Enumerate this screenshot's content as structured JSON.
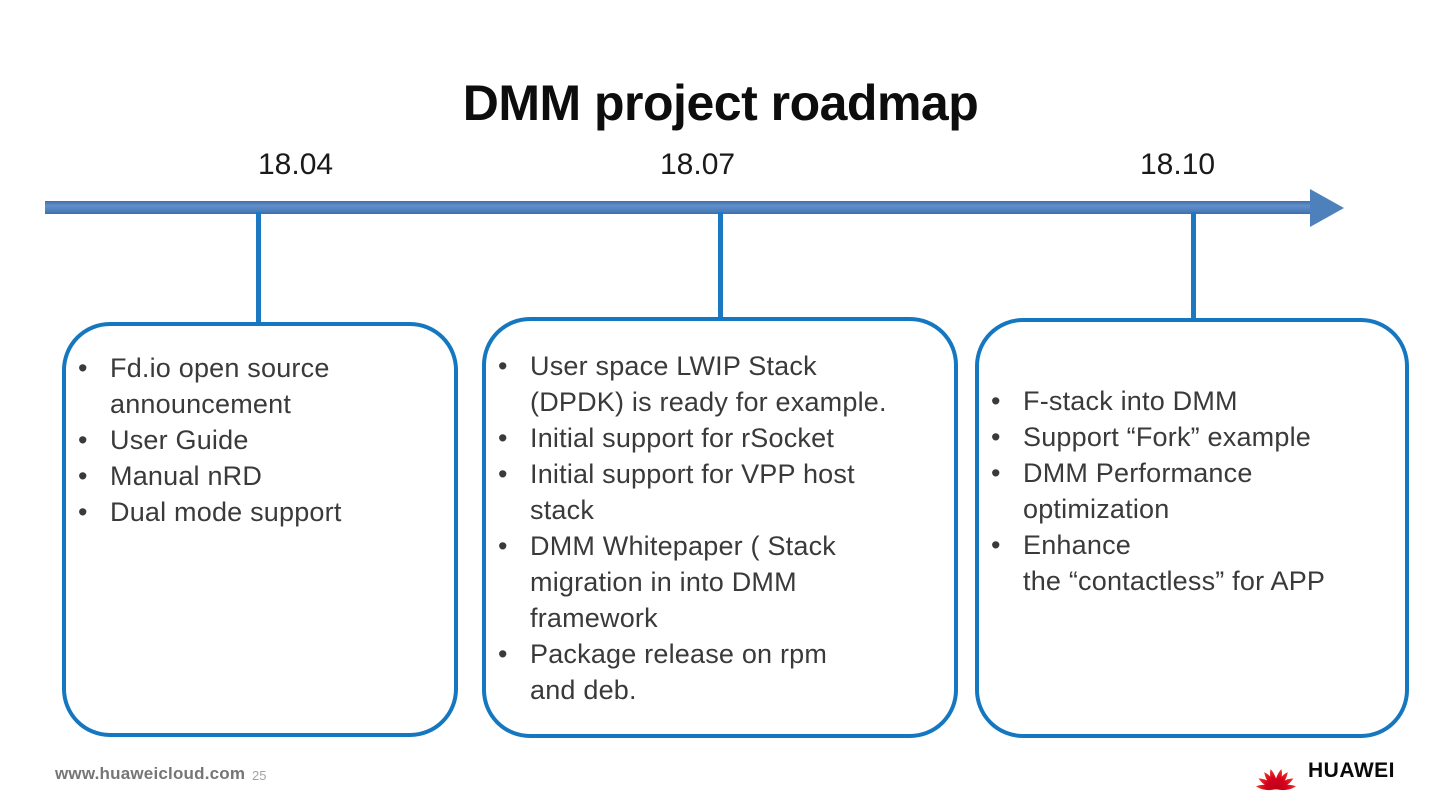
{
  "slide": {
    "title": "DMM project roadmap",
    "footer": {
      "website": "www.huaweicloud.com",
      "page_number": "25",
      "logo_text": "HUAWEI"
    },
    "colors": {
      "timeline_bar": "#4e80bc",
      "connector": "#1b78c1",
      "box_border": "#1577bf",
      "logo_red": "#d6001c"
    }
  },
  "timeline": {
    "milestones": [
      {
        "date": "18.04",
        "items": [
          "Fd.io open source\nannouncement",
          "User Guide",
          "Manual nRD",
          "Dual mode support"
        ]
      },
      {
        "date": "18.07",
        "items": [
          "User space LWIP Stack\n(DPDK) is ready for example.",
          "Initial support for rSocket",
          "Initial support for VPP host\nstack",
          "DMM Whitepaper ( Stack\nmigration in into DMM\nframework",
          "Package release on rpm\nand deb."
        ]
      },
      {
        "date": "18.10",
        "items": [
          "F-stack into DMM",
          "Support “Fork” example",
          "DMM Performance\noptimization",
          "Enhance\nthe “contactless” for APP"
        ]
      }
    ]
  }
}
